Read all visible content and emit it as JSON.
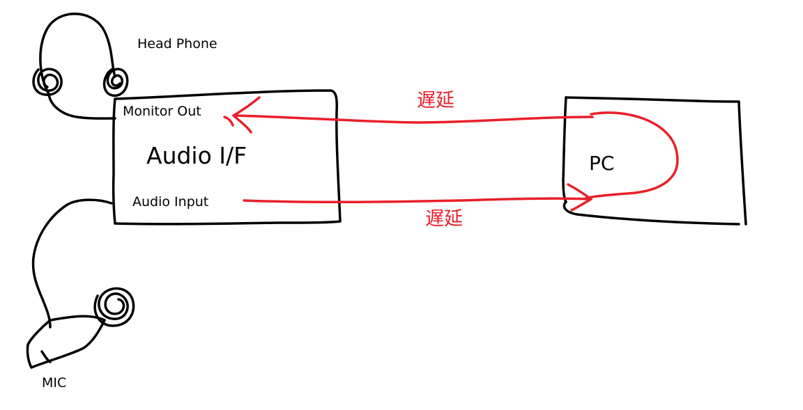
{
  "labels": {
    "headphone": "Head Phone",
    "monitor_out": "Monitor Out",
    "audio_if": "Audio I/F",
    "audio_input": "Audio Input",
    "pc": "PC",
    "mic": "MIC",
    "delay_top": "遅延",
    "delay_bottom": "遅延"
  },
  "colors": {
    "ink": "#000000",
    "signal": "#e8202a",
    "background": "#ffffff"
  }
}
